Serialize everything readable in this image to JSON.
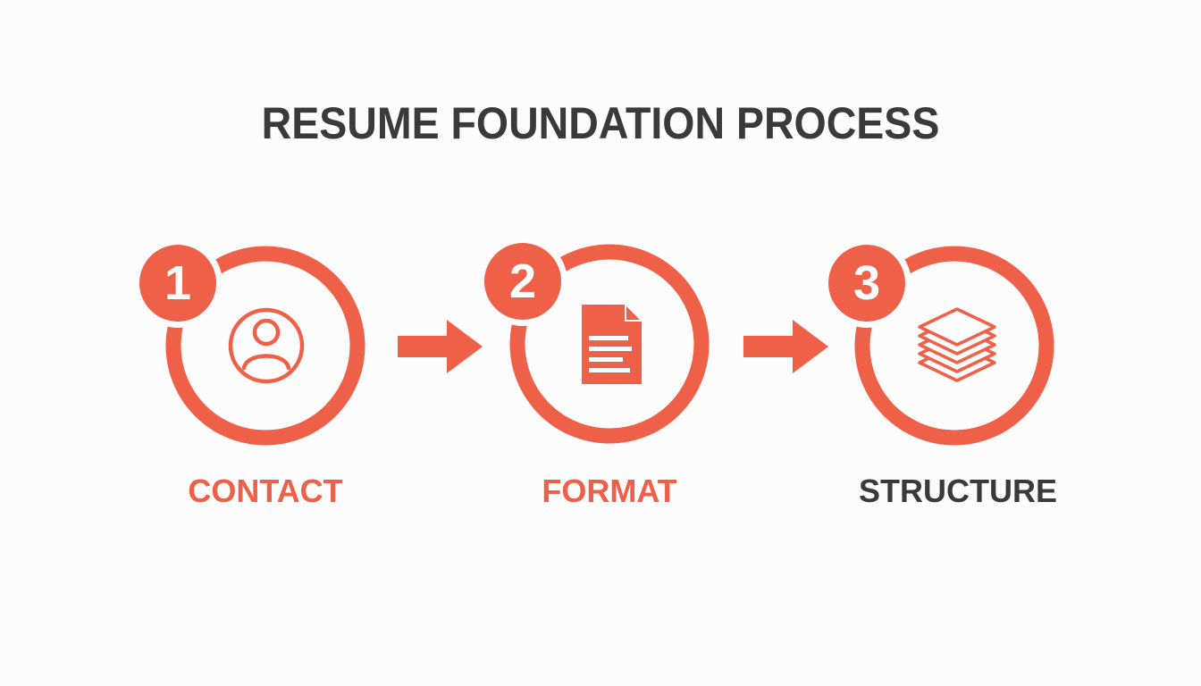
{
  "title": "RESUME FOUNDATION PROCESS",
  "colors": {
    "accent": "#ee6148",
    "dark": "#3a3a3a",
    "background": "#fcfcfc"
  },
  "steps": [
    {
      "number": "1",
      "label": "CONTACT",
      "icon": "user-icon",
      "label_color": "#ee6148"
    },
    {
      "number": "2",
      "label": "FORMAT",
      "icon": "document-icon",
      "label_color": "#ee6148"
    },
    {
      "number": "3",
      "label": "STRUCTURE",
      "icon": "layers-icon",
      "label_color": "#3a3a3a"
    }
  ],
  "connectors": [
    {
      "icon": "arrow-right-icon"
    },
    {
      "icon": "arrow-right-icon"
    }
  ]
}
